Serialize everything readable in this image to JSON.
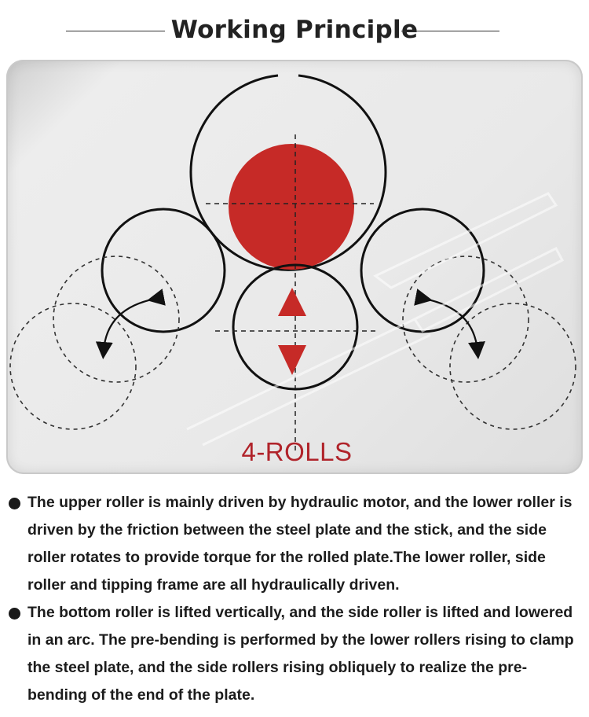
{
  "header": {
    "title": "Working Principle"
  },
  "diagram": {
    "label": "4-ROLLS"
  },
  "bullets": [
    "The upper roller is mainly driven by hydraulic motor, and the lower roller is driven by the friction between the steel plate and the stick, and the side roller rotates to provide torque for the rolled plate.The lower roller, side roller and tipping frame are all hydraulically driven.",
    "The bottom roller is lifted vertically, and the side roller is lifted and lowered in an arc. The pre-bending is performed by the lower rollers rising to clamp the steel plate, and the side rollers rising obliquely to realize the pre-bending of the end of the plate."
  ],
  "colors": {
    "roller_red": "#c62a27",
    "text": "#1c1c1c"
  }
}
